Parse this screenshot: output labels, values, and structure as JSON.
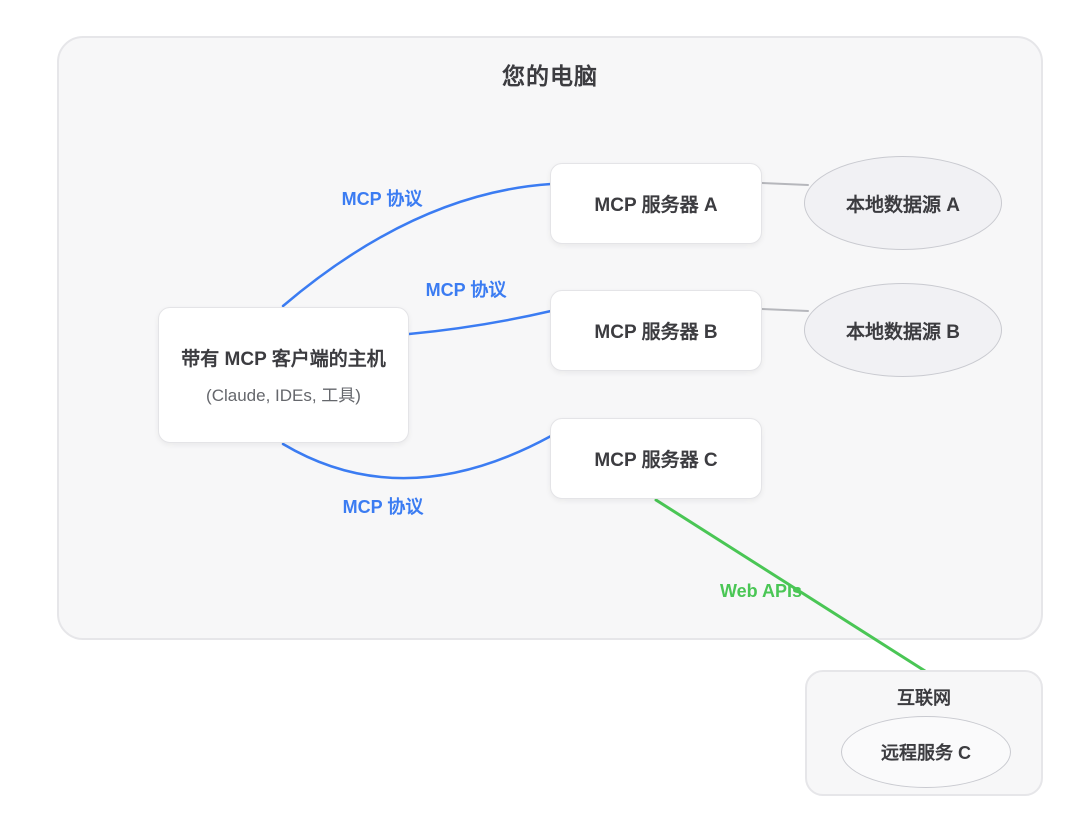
{
  "title": "您的电脑",
  "host": {
    "title": "带有 MCP 客户端的主机",
    "subtitle": "(Claude, IDEs, 工具)"
  },
  "servers": [
    {
      "label": "MCP 服务器 A"
    },
    {
      "label": "MCP 服务器 B"
    },
    {
      "label": "MCP 服务器 C"
    }
  ],
  "data_sources": [
    {
      "label": "本地数据源 A"
    },
    {
      "label": "本地数据源 B"
    }
  ],
  "internet": {
    "title": "互联网",
    "service_label": "远程服务 C"
  },
  "edges": {
    "host_to_a": {
      "label": "MCP 协议"
    },
    "host_to_b": {
      "label": "MCP 协议"
    },
    "host_to_c": {
      "label": "MCP 协议"
    },
    "server_c_to_internet": {
      "label": "Web APIs"
    }
  },
  "colors": {
    "mcp_protocol_blue": "#3b7cf2",
    "web_apis_green": "#4ac655",
    "connector_gray": "#b6b7bc",
    "container_fill": "#f7f7f8",
    "container_border": "#e6e6e9",
    "box_fill": "#ffffff",
    "ellipse_fill": "#f1f1f4",
    "text_dark": "#3c3c40",
    "text_gray": "#65676c"
  }
}
